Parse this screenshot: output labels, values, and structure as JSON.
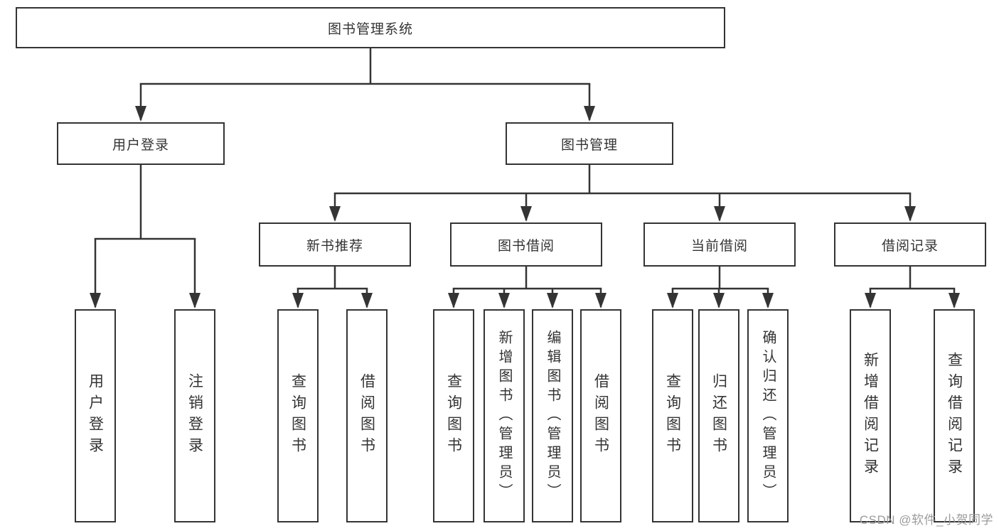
{
  "tree": {
    "label": "图书管理系统",
    "children": [
      {
        "label": "用户登录",
        "children": [
          {
            "label": "用户登录"
          },
          {
            "label": "注销登录"
          }
        ]
      },
      {
        "label": "图书管理",
        "children": [
          {
            "label": "新书推荐",
            "children": [
              {
                "label": "查询图书"
              },
              {
                "label": "借阅图书"
              }
            ]
          },
          {
            "label": "图书借阅",
            "children": [
              {
                "label": "查询图书"
              },
              {
                "label": "新增图书（管理员）"
              },
              {
                "label": "编辑图书（管理员）"
              },
              {
                "label": "借阅图书"
              }
            ]
          },
          {
            "label": "当前借阅",
            "children": [
              {
                "label": "查询图书"
              },
              {
                "label": "归还图书"
              },
              {
                "label": "确认归还（管理员）"
              }
            ]
          },
          {
            "label": "借阅记录",
            "children": [
              {
                "label": "新增借阅记录"
              },
              {
                "label": "查询借阅记录"
              }
            ]
          }
        ]
      }
    ]
  },
  "watermark": {
    "text": "CSDN @软件_小贺同学"
  },
  "colors": {
    "line": "#343434",
    "box_border": "#343434",
    "box_fill": "#ffffff",
    "text": "#333333",
    "watermark": "#9b9b9b",
    "background": "#ffffff"
  }
}
